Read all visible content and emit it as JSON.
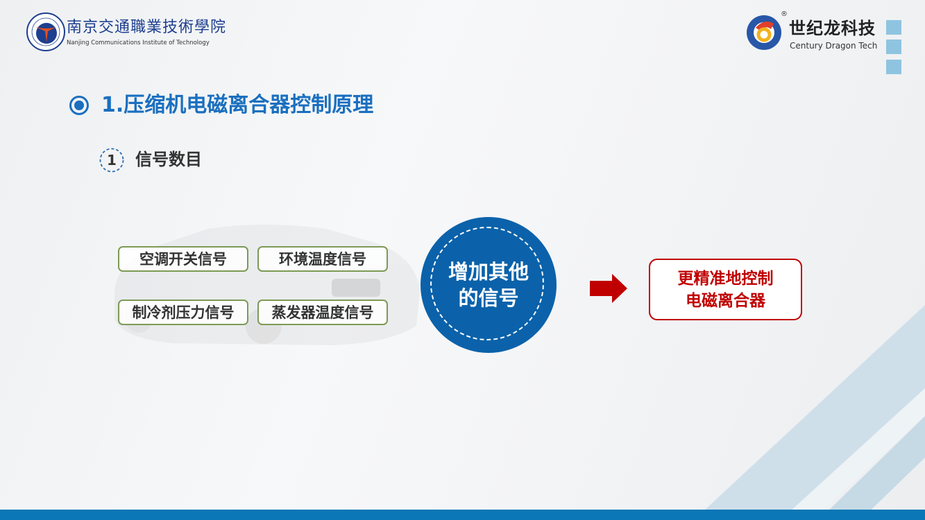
{
  "header": {
    "school_name_cn": "南京交通職業技術學院",
    "school_name_en": "Nanjing Communications Institute of Technology",
    "company_name_cn": "世纪龙科技",
    "company_name_en": "Century Dragon Tech",
    "registered_mark": "®"
  },
  "title": "1.压缩机电磁离合器控制原理",
  "subtitle": {
    "number": "1",
    "text": "信号数目"
  },
  "signals": [
    "空调开关信号",
    "环境温度信号",
    "制冷剂压力信号",
    "蒸发器温度信号"
  ],
  "center_circle": {
    "line1": "增加其他",
    "line2": "的信号"
  },
  "result": {
    "line1": "更精准地控制",
    "line2": "电磁离合器"
  },
  "colors": {
    "primary_blue": "#1a6fbf",
    "circle_blue": "#0b62aa",
    "accent_red": "#c00000",
    "box_green": "#7d9a55"
  }
}
